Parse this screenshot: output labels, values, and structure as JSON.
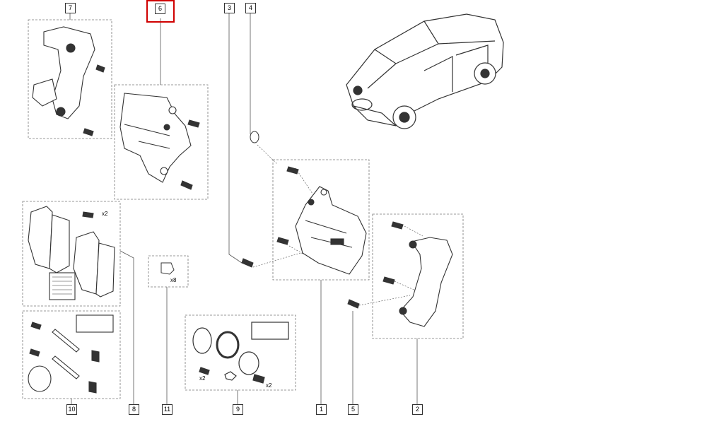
{
  "selected_callout": "6",
  "callouts": {
    "c1": "1",
    "c2": "2",
    "c3": "3",
    "c4": "4",
    "c5": "5",
    "c6": "6",
    "c7": "7",
    "c8": "8",
    "c9": "9",
    "c10": "10",
    "c11": "11"
  },
  "quantities": {
    "pad_bolts": "x2",
    "clip": "x8",
    "seal_bolt": "x2",
    "seal_boot": "x2"
  },
  "colors": {
    "line": "#555555",
    "dash": "#777777",
    "part": "#333333",
    "highlight": "#d00000"
  }
}
